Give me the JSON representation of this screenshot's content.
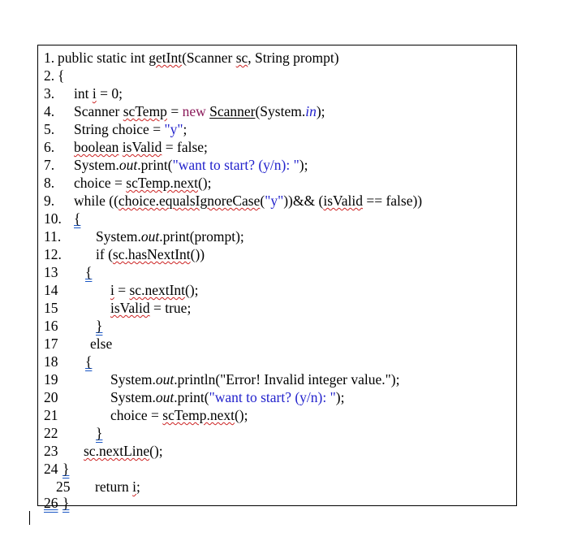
{
  "document": {
    "lines": [
      {
        "num": "1.",
        "parts": [
          [
            "public static int ",
            ""
          ],
          [
            "getInt",
            "sq"
          ],
          [
            "(Scanner ",
            ""
          ],
          [
            "sc",
            "sq"
          ],
          [
            ", String prompt)",
            ""
          ]
        ]
      },
      {
        "num": "2.",
        "parts": [
          [
            "{",
            ""
          ]
        ]
      },
      {
        "num": "3.",
        "parts": [
          [
            "int ",
            ""
          ],
          [
            "i",
            "sq"
          ],
          [
            " = 0;",
            ""
          ]
        ]
      },
      {
        "num": "4.",
        "parts": [
          [
            "Scanner ",
            ""
          ],
          [
            "scTemp",
            "sq"
          ],
          [
            " = ",
            ""
          ],
          [
            "new",
            "kw"
          ],
          [
            " ",
            ""
          ],
          [
            "Scanner",
            "ul"
          ],
          [
            "(System.",
            ""
          ],
          [
            "in",
            "italic-blue"
          ],
          [
            ");",
            ""
          ]
        ]
      },
      {
        "num": "5.",
        "parts": [
          [
            "String choice = ",
            ""
          ],
          [
            "\"y\"",
            "str"
          ],
          [
            ";",
            ""
          ]
        ]
      },
      {
        "num": "6.",
        "parts": [
          [
            "boolean",
            "sq"
          ],
          [
            " ",
            ""
          ],
          [
            "isValid",
            "sq"
          ],
          [
            " = false;",
            ""
          ]
        ]
      },
      {
        "num": "7.",
        "parts": [
          [
            "System.",
            ""
          ],
          [
            "out",
            "italic"
          ],
          [
            ".print(",
            ""
          ],
          [
            "\"want to start? (y/n): \"",
            "str"
          ],
          [
            ");",
            ""
          ]
        ]
      },
      {
        "num": "8.",
        "parts": [
          [
            "choice = ",
            ""
          ],
          [
            "scTemp.next",
            "sq"
          ],
          [
            "();",
            ""
          ]
        ]
      },
      {
        "num": "9.",
        "parts": [
          [
            "while ((",
            ""
          ],
          [
            "choice.equalsIgnoreCase",
            "sq"
          ],
          [
            "(",
            ""
          ],
          [
            "\"y\"",
            "str"
          ],
          [
            "))&& (",
            ""
          ],
          [
            "isValid",
            "sq"
          ],
          [
            " == false))",
            ""
          ]
        ]
      },
      {
        "num": "10.",
        "parts": [
          [
            "{",
            "dbl"
          ]
        ]
      },
      {
        "num": "11.",
        "parts": [
          [
            "System.",
            ""
          ],
          [
            "out",
            "italic"
          ],
          [
            ".print(prompt);",
            ""
          ]
        ]
      },
      {
        "num": "12.",
        "parts": [
          [
            "if (",
            ""
          ],
          [
            "sc.hasNextInt",
            "sq"
          ],
          [
            "())",
            ""
          ]
        ]
      },
      {
        "num": "13",
        "parts": [
          [
            "{",
            "dbl"
          ]
        ]
      },
      {
        "num": "14",
        "parts": [
          [
            "i",
            "sq"
          ],
          [
            " = ",
            ""
          ],
          [
            "sc.nextInt",
            "sq"
          ],
          [
            "();",
            ""
          ]
        ]
      },
      {
        "num": "15",
        "parts": [
          [
            "isValid",
            "sq"
          ],
          [
            " = true;",
            ""
          ]
        ]
      },
      {
        "num": "16",
        "parts": [
          [
            "}",
            "dbl"
          ]
        ]
      },
      {
        "num": "17",
        "parts": [
          [
            "else",
            ""
          ]
        ]
      },
      {
        "num": "18",
        "parts": [
          [
            "{",
            "dbl"
          ]
        ]
      },
      {
        "num": "19",
        "parts": [
          [
            "System.",
            ""
          ],
          [
            "out",
            "italic"
          ],
          [
            ".println(\"Error! Invalid integer value.\");",
            ""
          ]
        ]
      },
      {
        "num": "20",
        "parts": [
          [
            "System.",
            ""
          ],
          [
            "out",
            "italic"
          ],
          [
            ".print(",
            ""
          ],
          [
            "\"want to start? (y/n): \"",
            "str"
          ],
          [
            ");",
            ""
          ]
        ]
      },
      {
        "num": "21",
        "parts": [
          [
            "choice = ",
            ""
          ],
          [
            "scTemp.next",
            "sq"
          ],
          [
            "();",
            ""
          ]
        ]
      },
      {
        "num": "22",
        "parts": [
          [
            "}",
            "dbl"
          ]
        ]
      },
      {
        "num": "23",
        "parts": [
          [
            "sc.nextLine",
            "sq"
          ],
          [
            "();",
            ""
          ]
        ]
      },
      {
        "num": "24",
        "parts": [
          [
            "}",
            "dbl"
          ]
        ]
      },
      {
        "num": "25",
        "parts": [
          [
            "return ",
            ""
          ],
          [
            "i",
            "sq"
          ],
          [
            ";",
            ""
          ]
        ]
      },
      {
        "num": "26",
        "parts": [
          [
            "}",
            "dbl"
          ]
        ]
      }
    ]
  }
}
